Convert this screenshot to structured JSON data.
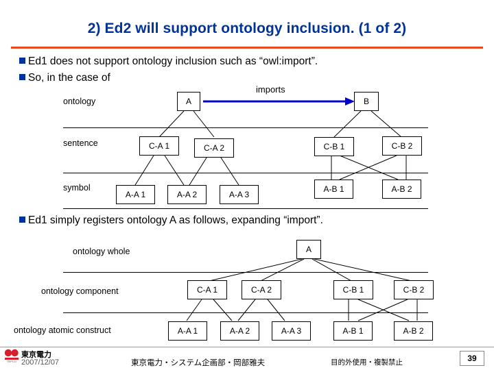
{
  "slide": {
    "title": "2) Ed2 will support ontology inclusion. (1 of 2)",
    "accent_color": "#E8491C",
    "title_color": "#003399",
    "bullets": [
      "Ed1 does not support ontology inclusion such as “owl:import”.",
      "So, in the case of",
      "Ed1 simply registers ontology A as follows, expanding “import”."
    ]
  },
  "diagram_top": {
    "row_labels": [
      "ontology",
      "sentence",
      "symbol"
    ],
    "imports_label": "imports",
    "nodes": {
      "a": "A",
      "b": "B",
      "c_a1": "C-A 1",
      "c_a2": "C-A 2",
      "c_b1": "C-B 1",
      "c_b2": "C-B 2",
      "a_a1": "A-A 1",
      "a_a2": "A-A 2",
      "a_a3": "A-A 3",
      "a_b1": "A-B 1",
      "a_b2": "A-B 2"
    }
  },
  "diagram_bottom": {
    "row_labels": [
      "ontology whole",
      "ontology component",
      "ontology atomic construct"
    ],
    "nodes": {
      "a": "A",
      "c_a1": "C-A 1",
      "c_a2": "C-A 2",
      "c_b1": "C-B 1",
      "c_b2": "C-B 2",
      "a_a1": "A-A 1",
      "a_a2": "A-A 2",
      "a_a3": "A-A 3",
      "a_b1": "A-B 1",
      "a_b2": "A-B 2"
    }
  },
  "footer": {
    "logo_text": "東京電力",
    "date": "2007/12/07",
    "center": "東京電力・システム企画部・岡部雅夫",
    "right": "目的外使用・複製禁止",
    "page_number": "39"
  }
}
